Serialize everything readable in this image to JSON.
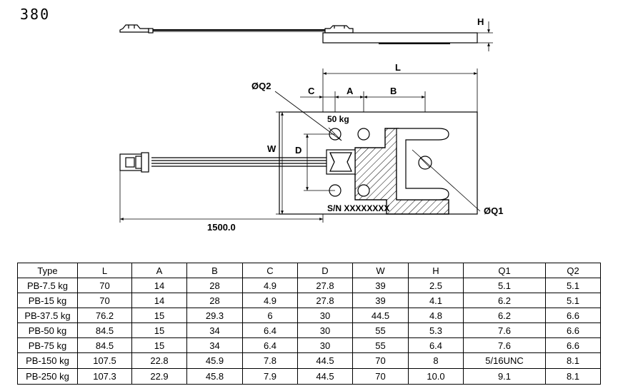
{
  "page_number": "380",
  "drawing": {
    "dimension_labels": {
      "h": "H",
      "l": "L",
      "q2": "ØQ2",
      "c": "C",
      "a": "A",
      "b": "B",
      "w": "W",
      "d": "D",
      "q1": "ØQ1",
      "cable_length": "1500.0"
    },
    "capacity_marking": "50 kg",
    "serial_marking": "S/N XXXXXXXX"
  },
  "table": {
    "columns": [
      "Type",
      "L",
      "A",
      "B",
      "C",
      "D",
      "W",
      "H",
      "Q1",
      "Q2"
    ],
    "rows": [
      [
        "PB-7.5 kg",
        "70",
        "14",
        "28",
        "4.9",
        "27.8",
        "39",
        "2.5",
        "5.1",
        "5.1"
      ],
      [
        "PB-15 kg",
        "70",
        "14",
        "28",
        "4.9",
        "27.8",
        "39",
        "4.1",
        "6.2",
        "5.1"
      ],
      [
        "PB-37.5 kg",
        "76.2",
        "15",
        "29.3",
        "6",
        "30",
        "44.5",
        "4.8",
        "6.2",
        "6.6"
      ],
      [
        "PB-50 kg",
        "84.5",
        "15",
        "34",
        "6.4",
        "30",
        "55",
        "5.3",
        "7.6",
        "6.6"
      ],
      [
        "PB-75 kg",
        "84.5",
        "15",
        "34",
        "6.4",
        "30",
        "55",
        "6.4",
        "7.6",
        "6.6"
      ],
      [
        "PB-150 kg",
        "107.5",
        "22.8",
        "45.9",
        "7.8",
        "44.5",
        "70",
        "8",
        "5/16UNC",
        "8.1"
      ],
      [
        "PB-250 kg",
        "107.3",
        "22.9",
        "45.8",
        "7.9",
        "44.5",
        "70",
        "10.0",
        "9.1",
        "8.1"
      ]
    ]
  }
}
